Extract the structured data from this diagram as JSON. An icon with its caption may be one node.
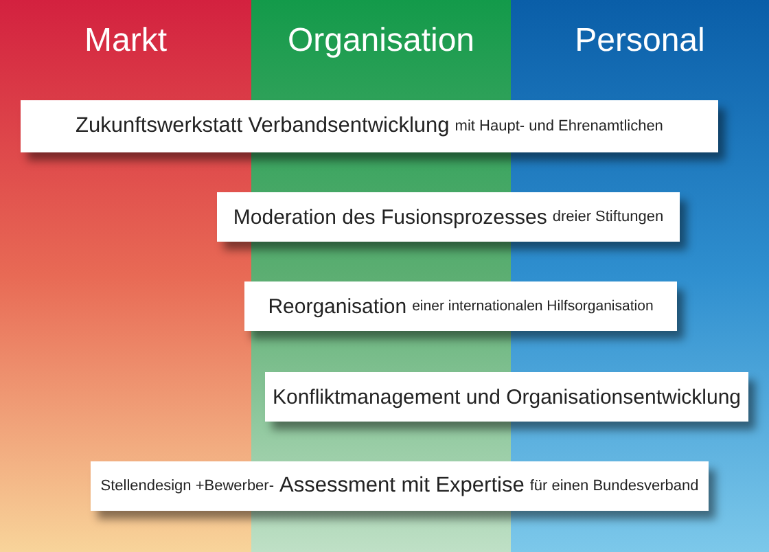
{
  "diagram": {
    "nodes": [
      {
        "text": [
          "Markt"
        ]
      },
      {
        "text": [
          "Organisation"
        ]
      },
      {
        "text": [
          "Personal"
        ]
      },
      {
        "text": [
          "Zukunftswerkstatt Verbandsentwicklung",
          "mit Haupt- und Ehrenamtlichen"
        ]
      },
      {
        "text": [
          "Moderation des Fusionsprozesses",
          "dreier Stiftungen"
        ]
      },
      {
        "text": [
          "Reorganisation",
          "einer internationalen Hilfsorganisation"
        ]
      },
      {
        "text": [
          "Konfliktmanagement und Organisationsentwicklung"
        ]
      },
      {
        "text": [
          "Stellendesign +Bewerber-",
          "Assessment mit Expertise",
          "für einen Bundesverband"
        ]
      }
    ]
  }
}
